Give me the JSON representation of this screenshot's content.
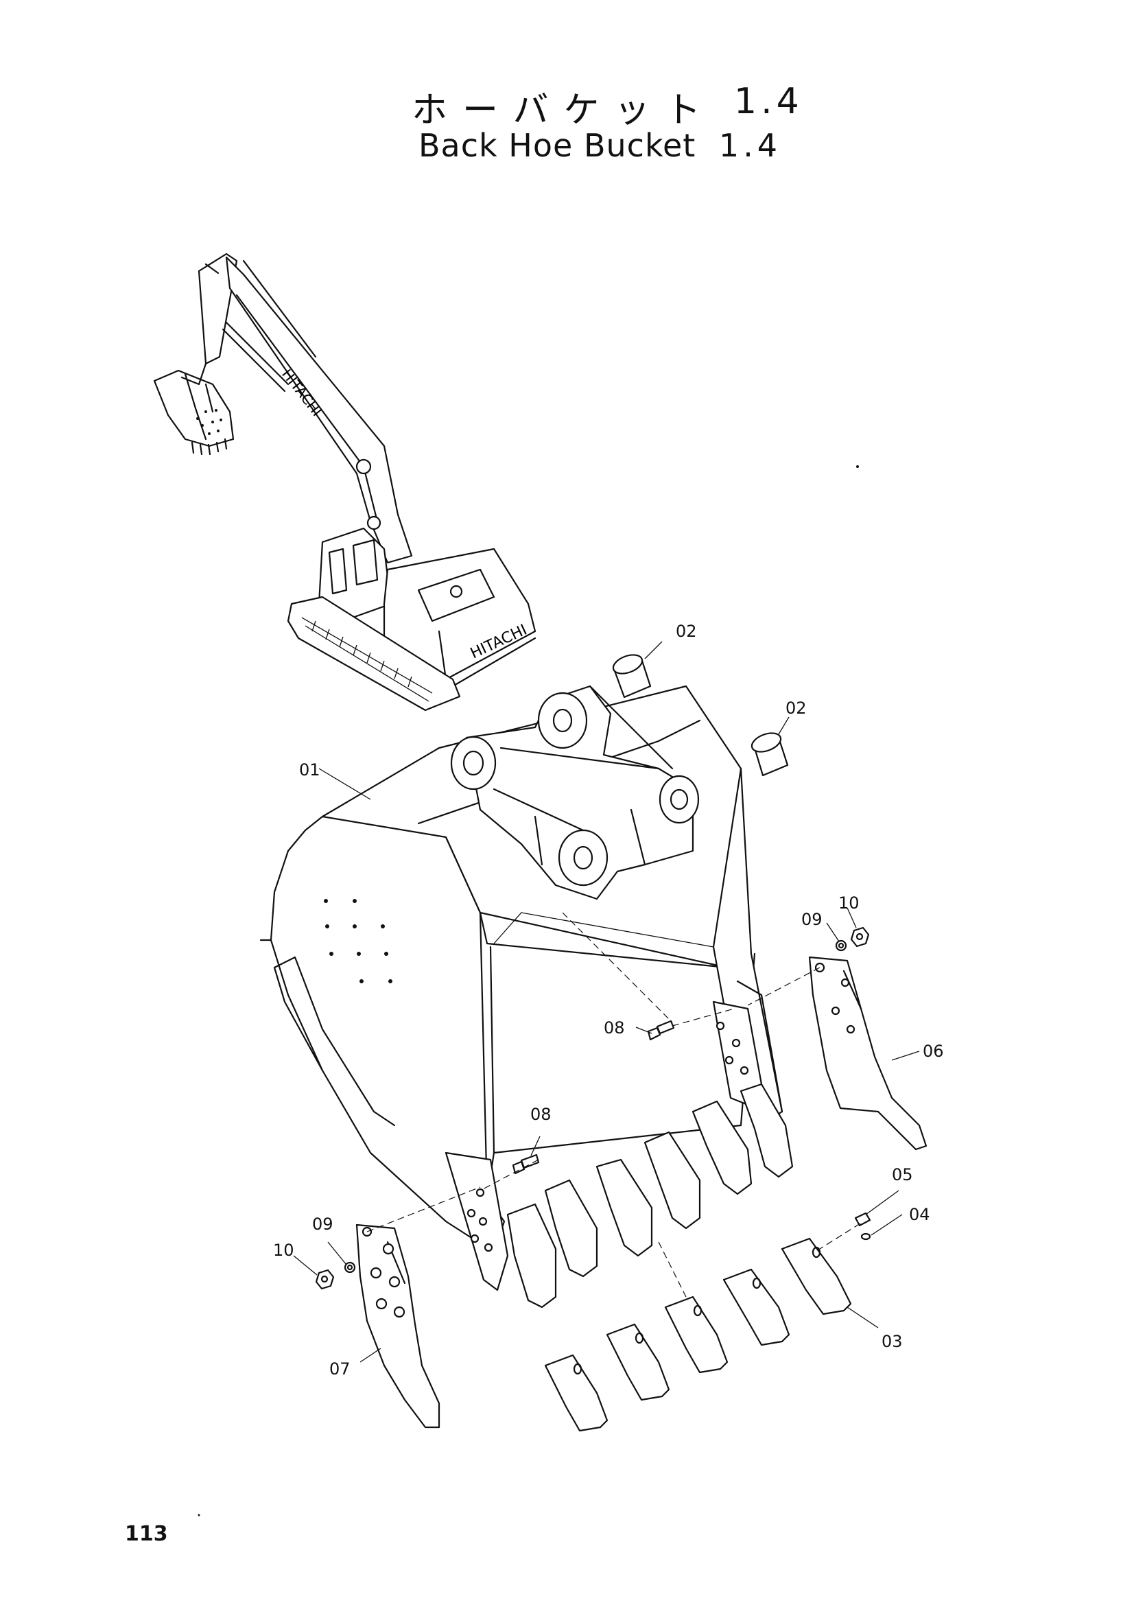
{
  "title": {
    "japanese": "ホーバケット",
    "japanese_number": "1.4",
    "english": "Back Hoe Bucket",
    "english_number": "1.4"
  },
  "excavator_brand_text": "HITACHI",
  "callouts": {
    "c01": "01",
    "c02a": "02",
    "c02b": "02",
    "c03": "03",
    "c04": "04",
    "c05": "05",
    "c06": "06",
    "c07": "07",
    "c08a": "08",
    "c08b": "08",
    "c09a": "09",
    "c09b": "09",
    "c10a": "10",
    "c10b": "10"
  },
  "page_number": "113"
}
